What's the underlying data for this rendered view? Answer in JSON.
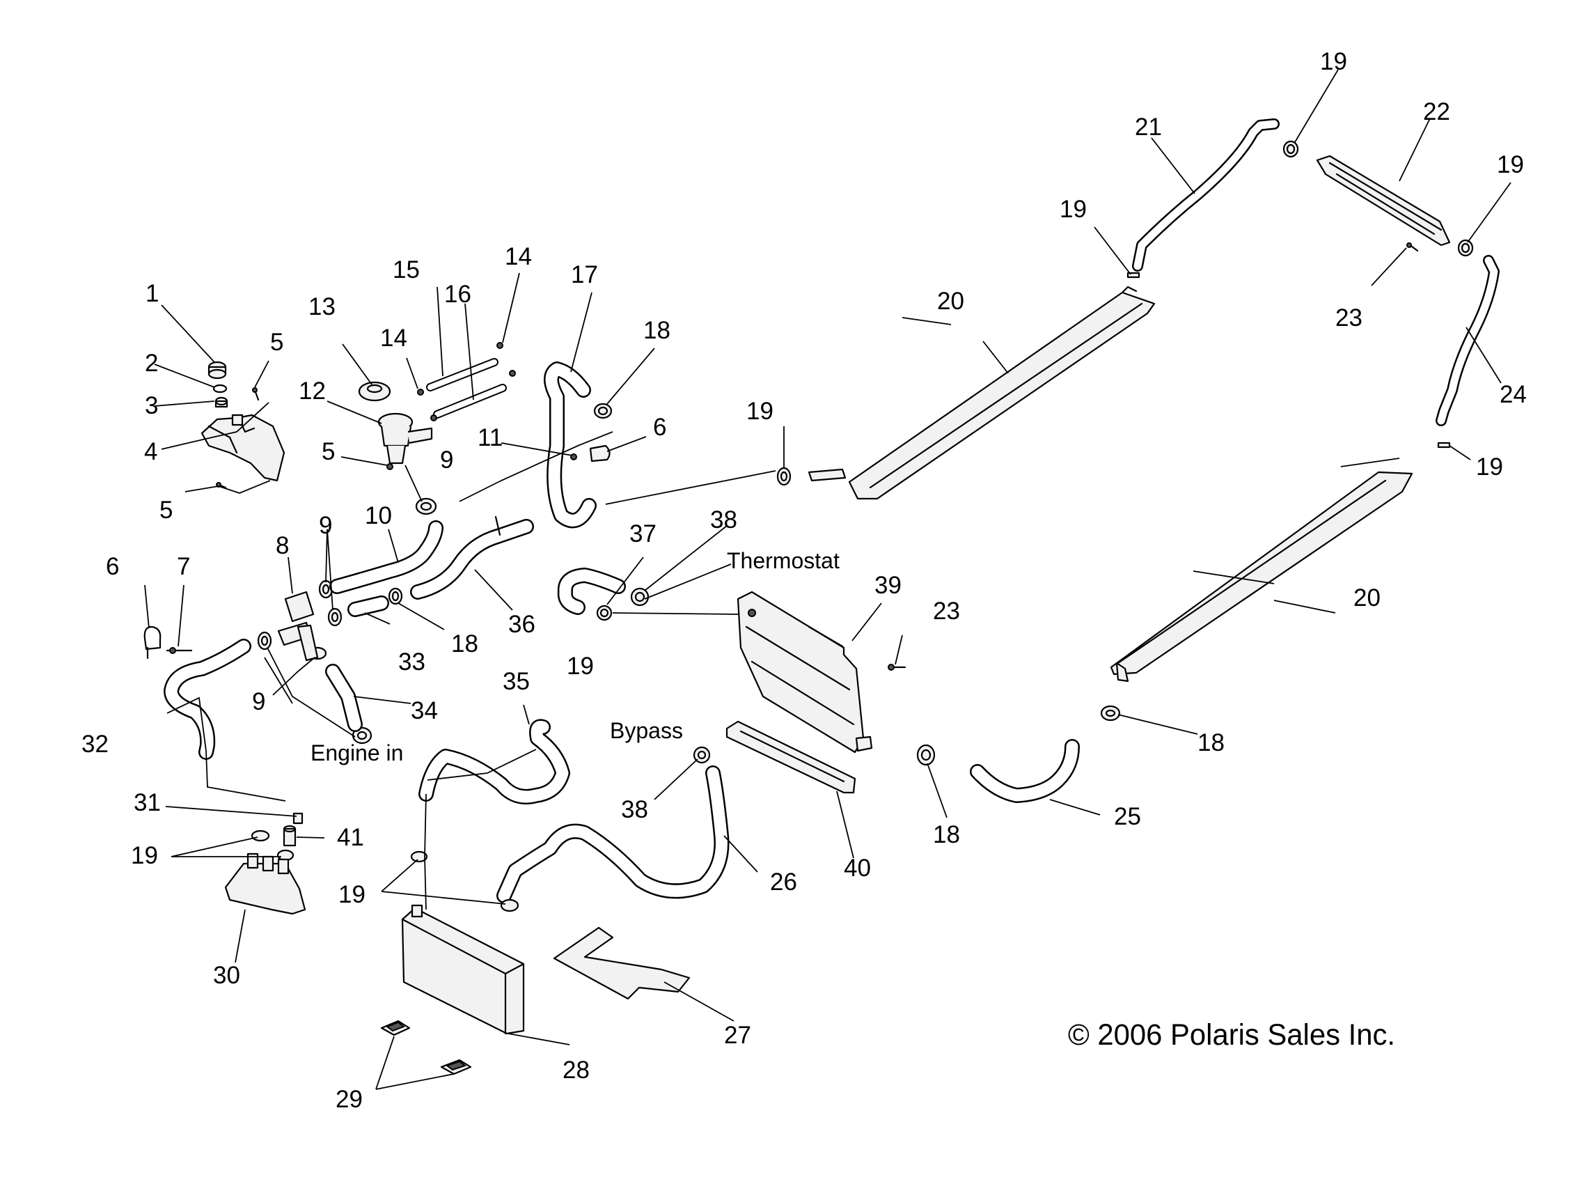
{
  "callouts": {
    "c1": "1",
    "c2": "2",
    "c3": "3",
    "c4": "4",
    "c5a": "5",
    "c5b": "5",
    "c5c": "5",
    "c6a": "6",
    "c6b": "6",
    "c7": "7",
    "c8": "8",
    "c9a": "9",
    "c9b": "9",
    "c9c": "9",
    "c10": "10",
    "c11": "11",
    "c12": "12",
    "c13": "13",
    "c14a": "14",
    "c14b": "14",
    "c15": "15",
    "c16": "16",
    "c17": "17",
    "c18a": "18",
    "c18b": "18",
    "c18c": "18",
    "c18d": "18",
    "c19a": "19",
    "c19b": "19",
    "c19c": "19",
    "c19d": "19",
    "c19e": "19",
    "c19f": "19",
    "c19g": "19",
    "c20a": "20",
    "c20b": "20",
    "c21": "21",
    "c22": "22",
    "c23a": "23",
    "c23b": "23",
    "c24": "24",
    "c25": "25",
    "c26": "26",
    "c27": "27",
    "c28": "28",
    "c29": "29",
    "c30": "30",
    "c31": "31",
    "c32": "32",
    "c33": "33",
    "c34": "34",
    "c35": "35",
    "c36": "36",
    "c37": "37",
    "c38a": "38",
    "c38b": "38",
    "c39": "39",
    "c40": "40",
    "c41": "41"
  },
  "annotations": {
    "thermostat": "Thermostat",
    "bypass": "Bypass",
    "engine_in": "Engine in"
  },
  "copyright": "© 2006 Polaris Sales Inc."
}
